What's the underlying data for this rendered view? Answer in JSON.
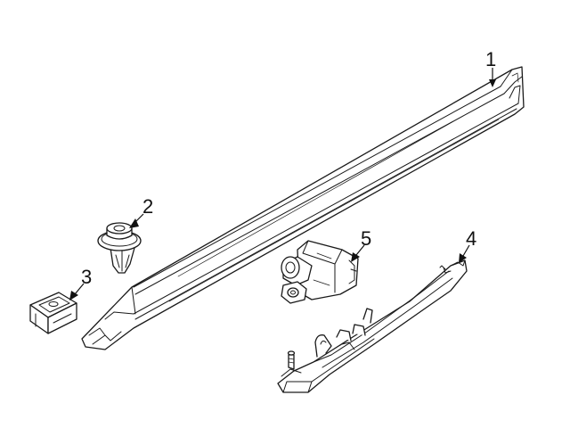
{
  "diagram": {
    "style": "exploded parts line drawing",
    "line_color": "#1a1a1a",
    "background_color": "#ffffff"
  },
  "callouts": [
    {
      "id": "1",
      "label": "1",
      "part_icon": "rocker-molding"
    },
    {
      "id": "2",
      "label": "2",
      "part_icon": "push-pin-clip"
    },
    {
      "id": "3",
      "label": "3",
      "part_icon": "square-clip-nut"
    },
    {
      "id": "4",
      "label": "4",
      "part_icon": "mounting-bracket"
    },
    {
      "id": "5",
      "label": "5",
      "part_icon": "bracket-assembly"
    }
  ]
}
